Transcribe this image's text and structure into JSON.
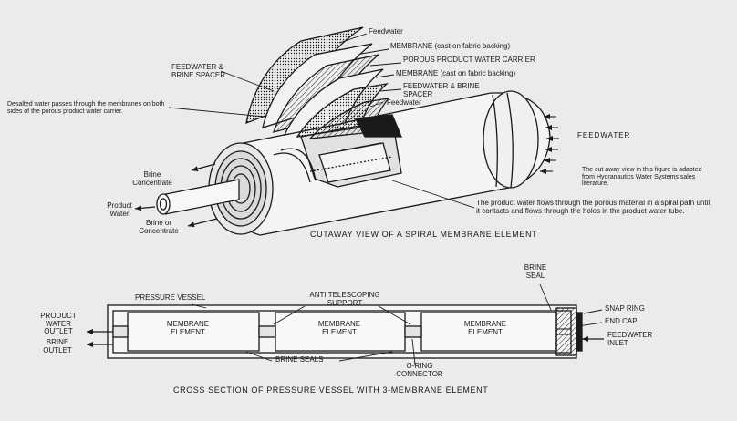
{
  "cutaway": {
    "layers": {
      "feedwater_top": "Feedwater",
      "membrane_1": "MEMBRANE (cast on fabric backing)",
      "porous_carrier": "POROUS PRODUCT WATER CARRIER",
      "membrane_2": "MEMBRANE (cast on fabric backing)",
      "feedwater_brine_spacer_right": "FEEDWATER & BRINE SPACER",
      "feedwater_lower": "Feedwater"
    },
    "feedwater_brine_spacer_left": "FEEDWATER & BRINE SPACER",
    "desalted_note": "Desalted water passes through the membranes on both sides of the porous product water carrier.",
    "feedwater_right": "FEEDWATER",
    "brine_concentrate": "Brine Concentrate",
    "product_water": "Product Water",
    "brine_or_concentrate": "Brine or Concentrate",
    "adapted_note": "The cut away view in this figure is adapted from Hydranautics Water Systems sales literature.",
    "product_flow_note": "The product water flows through the porous material in a spiral path until it contacts and flows through the holes in the product water tube.",
    "caption": "CUTAWAY VIEW OF A SPIRAL MEMBRANE ELEMENT"
  },
  "cross_section": {
    "pressure_vessel": "PRESSURE VESSEL",
    "anti_telescoping": "ANTI TELESCOPING SUPPORT",
    "brine_seal_top": "BRINE SEAL",
    "snap_ring": "SNAP RING",
    "end_cap": "END CAP",
    "feedwater_inlet": "FEEDWATER INLET",
    "product_water_outlet": "PRODUCT WATER OUTLET",
    "brine_outlet": "BRINE OUTLET",
    "elements": [
      "MEMBRANE ELEMENT",
      "MEMBRANE ELEMENT",
      "MEMBRANE ELEMENT"
    ],
    "brine_seals": "BRINE SEALS",
    "o_ring_connector": "O-RING CONNECTOR",
    "caption": "CROSS SECTION OF PRESSURE VESSEL WITH 3-MEMBRANE ELEMENT"
  },
  "colors": {
    "background": "#e9ebed",
    "ink": "#1a1a1a"
  }
}
